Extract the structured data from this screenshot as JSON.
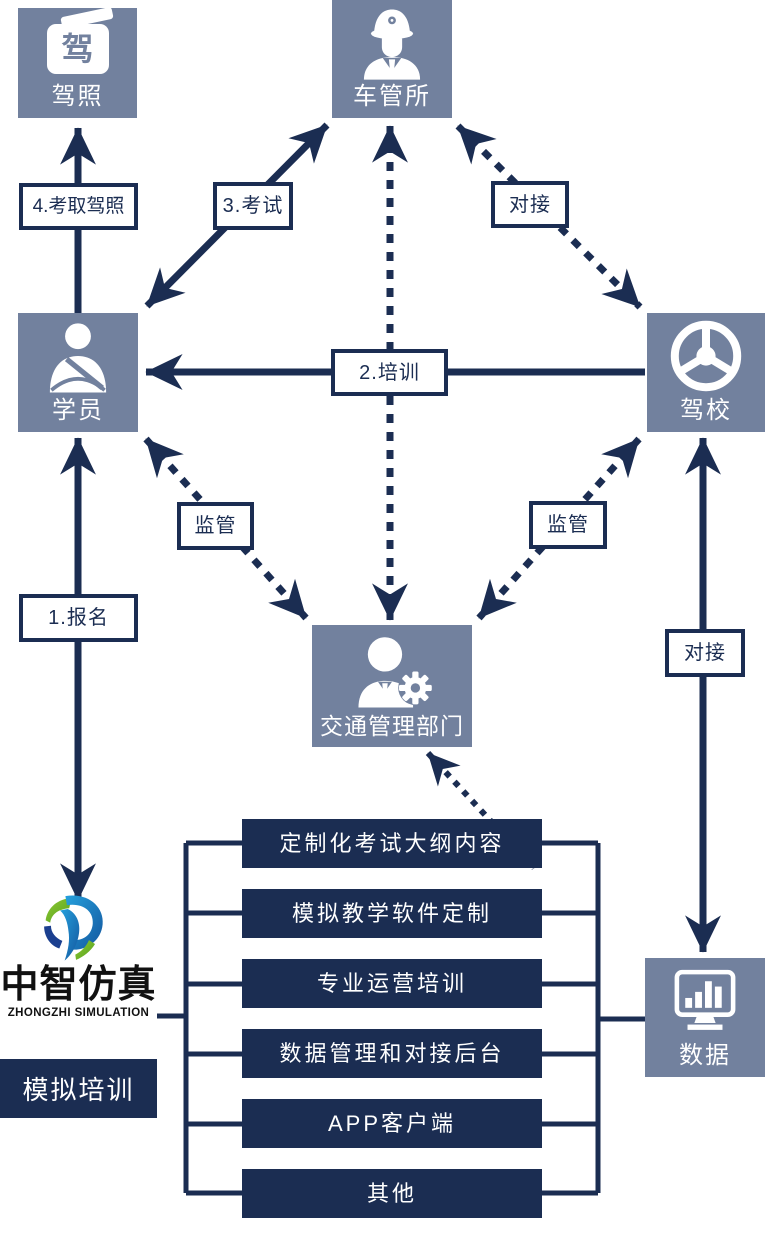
{
  "nodes": {
    "license": {
      "label": "驾照",
      "badge": "驾"
    },
    "dmv": {
      "label": "车管所"
    },
    "student": {
      "label": "学员"
    },
    "school": {
      "label": "驾校"
    },
    "traffic_dept": {
      "label": "交通管理部门"
    },
    "data": {
      "label": "数据"
    }
  },
  "edge_labels": {
    "get_license": "4.考取驾照",
    "exam": "3.考试",
    "dock_dmv_school": "对接",
    "training": "2.培训",
    "supervise_student": "监管",
    "supervise_school": "监管",
    "enroll": "1.报名",
    "dock_school_data": "对接"
  },
  "services": [
    "定制化考试大纲内容",
    "模拟教学软件定制",
    "专业运营培训",
    "数据管理和对接后台",
    "APP客户端",
    "其他"
  ],
  "logo": {
    "name": "中智仿真",
    "subtitle": "ZHONGZHI SIMULATION",
    "tagline": "模拟培训"
  },
  "colors": {
    "node_bg": "#72819e",
    "navy": "#1b2d52",
    "logo_blue": "#1d7fc4",
    "logo_blue_dark": "#14579f",
    "logo_green": "#7cb928",
    "text_white": "#ffffff"
  }
}
